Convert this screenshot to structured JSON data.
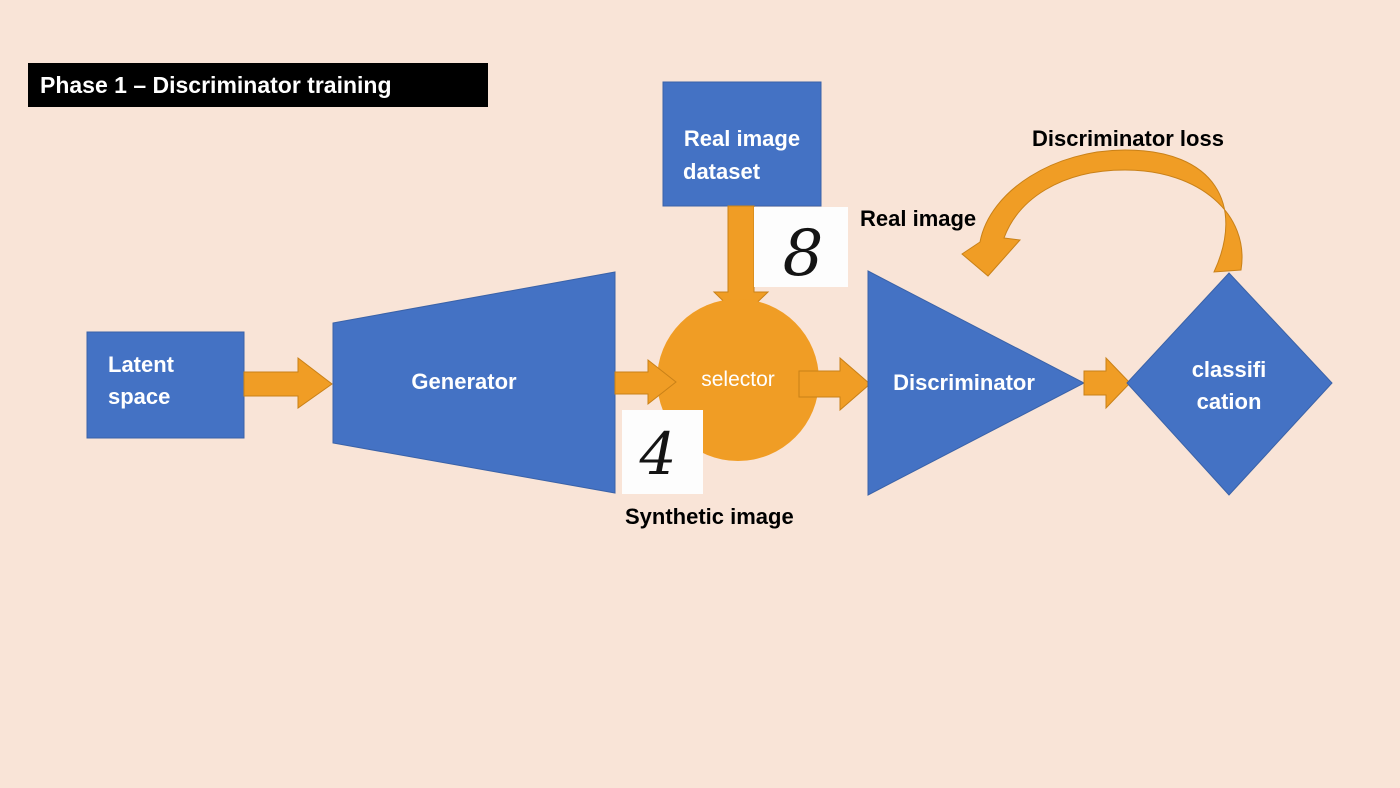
{
  "title": "Phase 1 – Discriminator training",
  "colors": {
    "background": "#f9e4d7",
    "node_blue": "#4472c4",
    "arrow_orange": "#f09d25",
    "title_bg": "#000000",
    "node_text": "#ffffff",
    "label_text": "#000000"
  },
  "nodes": {
    "latent_space": {
      "line1": "Latent",
      "line2": "space"
    },
    "generator": "Generator",
    "real_dataset": {
      "line1": "Real image",
      "line2": "dataset"
    },
    "selector": "selector",
    "discriminator": "Discriminator",
    "classification": {
      "line1": "classifi",
      "line2": "cation"
    }
  },
  "labels": {
    "real_image": "Real image",
    "synthetic_image": "Synthetic image",
    "discriminator_loss": "Discriminator loss"
  },
  "digits": {
    "real_sample": "8",
    "synthetic_sample": "4"
  }
}
